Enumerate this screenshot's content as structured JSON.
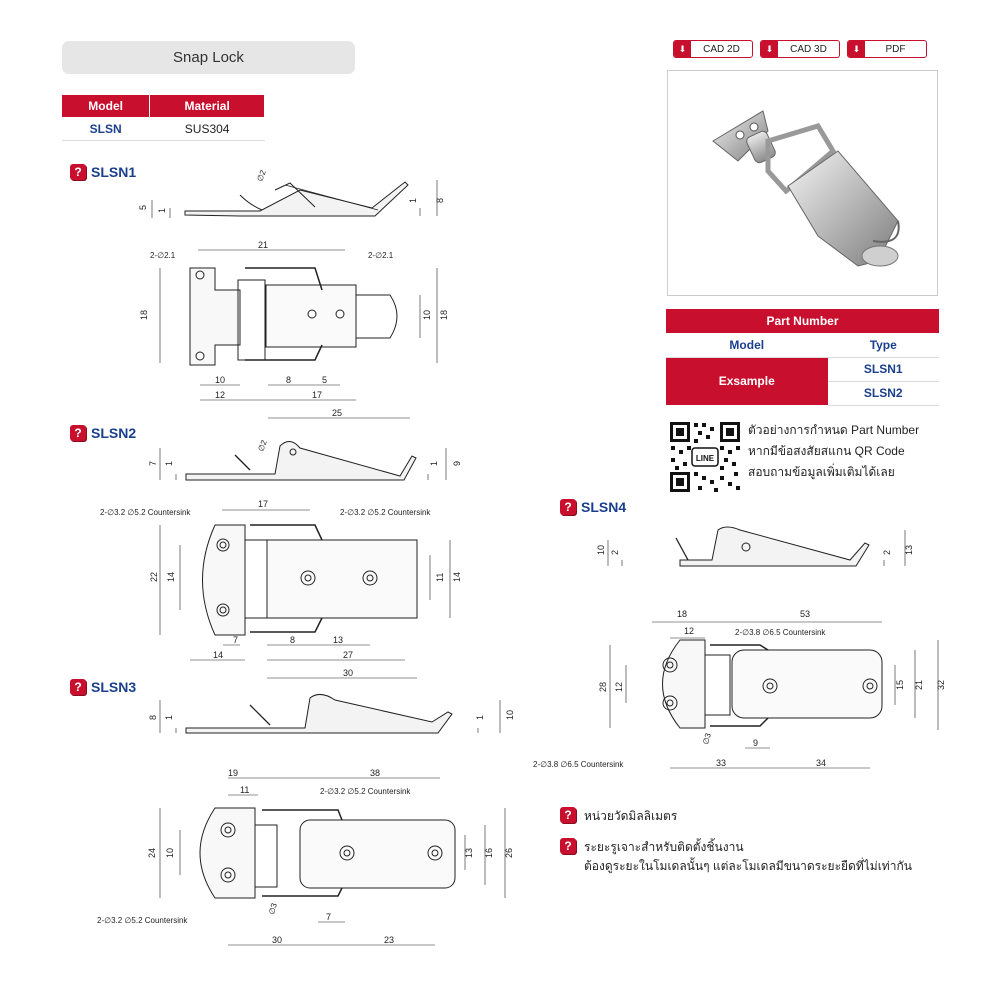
{
  "title": "Snap Lock",
  "spec_table": {
    "headers": [
      "Model",
      "Material"
    ],
    "row": {
      "model": "SLSN",
      "material": "SUS304"
    }
  },
  "sections": {
    "slsn1": "SLSN1",
    "slsn2": "SLSN2",
    "slsn3": "SLSN3",
    "slsn4": "SLSN4"
  },
  "downloads": [
    {
      "label": "CAD 2D",
      "icon": "download-icon"
    },
    {
      "label": "CAD 3D",
      "icon": "download-icon"
    },
    {
      "label": "PDF",
      "icon": "download-icon"
    }
  ],
  "part_number": {
    "title": "Part Number",
    "headers": [
      "Model",
      "Type"
    ],
    "example_label": "Exsample",
    "types": [
      "SLSN1",
      "SLSN2"
    ]
  },
  "qr_text": {
    "line1": "ตัวอย่างการกำหนด Part Number",
    "line2": "หากมีข้อสงสัยสแกน QR Code",
    "line3": "สอบถามข้อมูลเพิ่มเติมได้เลย",
    "qr_logo": "LINE"
  },
  "notes": {
    "note1": "หน่วยวัดมิลลิเมตร",
    "note2_line1": "ระยะรูเจาะสำหรับติดตั้งชิ้นงาน",
    "note2_line2": "ต้องดูระยะในโมเดลนั้นๆ แต่ละโมเดลมีขนาดระยะยืดที่ไม่เท่ากัน"
  },
  "dims": {
    "slsn1": {
      "side": [
        "5",
        "1",
        "1",
        "8"
      ],
      "dia_side": "∅2",
      "hole_left": "2-∅2.1",
      "hole_right": "2-∅2.1",
      "top": "21",
      "h_left": "18",
      "h_right": "10",
      "h_right2": "18",
      "bottom": [
        "10",
        "12",
        "8",
        "5",
        "17",
        "25"
      ]
    },
    "slsn2": {
      "side": [
        "7",
        "1",
        "1",
        "9"
      ],
      "dia_side": "∅2",
      "hole_left": "2-∅3.2 ∅5.2 Countersink",
      "hole_right": "2-∅3.2 ∅5.2 Countersink",
      "top": "17",
      "h_left": [
        "22",
        "14"
      ],
      "h_right": [
        "11",
        "14"
      ],
      "bottom": [
        "7",
        "14",
        "8",
        "13",
        "27",
        "30"
      ]
    },
    "slsn3": {
      "side": [
        "8",
        "1",
        "1",
        "10"
      ],
      "top": [
        "19",
        "11",
        "38"
      ],
      "hole_top": "2-∅3.2 ∅5.2 Countersink",
      "hole_bottom": "2-∅3.2 ∅5.2 Countersink",
      "h_left": [
        "24",
        "10"
      ],
      "h_right": [
        "13",
        "16",
        "26"
      ],
      "dia": "∅3",
      "bottom": [
        "7",
        "30",
        "23"
      ]
    },
    "slsn4": {
      "side": [
        "10",
        "2",
        "2",
        "13"
      ],
      "top": [
        "18",
        "12",
        "53"
      ],
      "hole_top": "2-∅3.8 ∅6.5 Countersink",
      "hole_bottom": "2-∅3.8 ∅6.5 Countersink",
      "h_left": [
        "28",
        "12"
      ],
      "h_right": [
        "15",
        "21",
        "32"
      ],
      "dia": "∅3",
      "bottom": [
        "9",
        "33",
        "34"
      ]
    }
  }
}
